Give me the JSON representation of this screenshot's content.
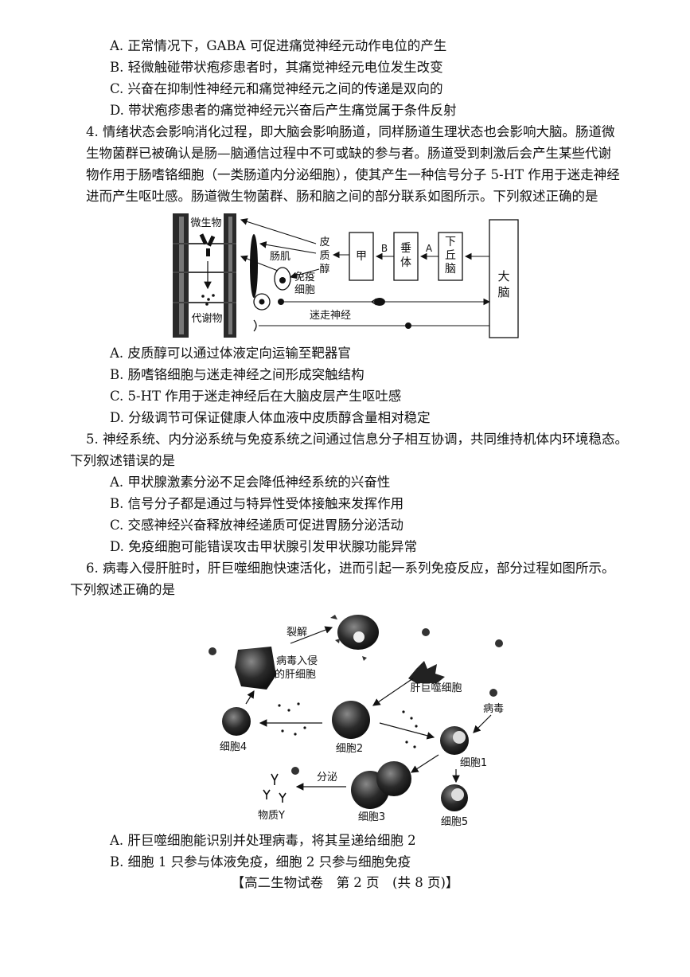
{
  "q3_options": [
    "A. 正常情况下，GABA 可促进痛觉神经元动作电位的产生",
    "B. 轻微触碰带状疱疹患者时，其痛觉神经元电位发生改变",
    "C. 兴奋在抑制性神经元和痛觉神经元之间的传递是双向的",
    "D. 带状疱疹患者的痛觉神经元兴奋后产生痛觉属于条件反射"
  ],
  "q4": {
    "stem": [
      "4. 情绪状态会影响消化过程，即大脑会影响肠道，同样肠道生理状态也会影响大脑。肠道微",
      "生物菌群已被确认是肠—脑通信过程中不可或缺的参与者。肠道受到刺激后会产生某些代谢",
      "物作用于肠嗜铬细胞（一类肠道内分泌细胞），使其产生一种信号分子 5-HT 作用于迷走神经",
      "进而产生呕吐感。肠道微生物菌群、肠和脑之间的部分联系如图所示。下列叙述正确的是"
    ],
    "figure": {
      "microbes": "微生物",
      "metabolites": "代谢物",
      "intestinal_muscle": "肠肌",
      "cortisol": [
        "皮",
        "质",
        "醇"
      ],
      "immune_cell": [
        "免疫",
        "细胞"
      ],
      "jia": "甲",
      "b_label": "B",
      "pituitary": [
        "垂",
        "体"
      ],
      "a_label": "A",
      "hypothalamus": [
        "下",
        "丘",
        "脑"
      ],
      "brain": [
        "大",
        "脑"
      ],
      "vagus": "迷走神经"
    },
    "options": [
      "A. 皮质醇可以通过体液定向运输至靶器官",
      "B. 肠嗜铬细胞与迷走神经之间形成突触结构",
      "C. 5-HT 作用于迷走神经后在大脑皮层产生呕吐感",
      "D. 分级调节可保证健康人体血液中皮质醇含量相对稳定"
    ]
  },
  "q5": {
    "stem": [
      "5. 神经系统、内分泌系统与免疫系统之间通过信息分子相互协调，共同维持机体内环境稳态。",
      "下列叙述错误的是"
    ],
    "options": [
      "A. 甲状腺激素分泌不足会降低神经系统的兴奋性",
      "B. 信号分子都是通过与特异性受体接触来发挥作用",
      "C. 交感神经兴奋释放神经递质可促进胃肠分泌活动",
      "D. 免疫细胞可能错误攻击甲状腺引发甲状腺功能异常"
    ]
  },
  "q6": {
    "stem": [
      "6. 病毒入侵肝脏时，肝巨噬细胞快速活化，进而引起一系列免疫反应，部分过程如图所示。",
      "下列叙述正确的是"
    ],
    "figure": {
      "lysis": "裂解",
      "infected_cell": [
        "病毒入侵",
        "的肝细胞"
      ],
      "kupffer": "肝巨噬细胞",
      "virus": "病毒",
      "cell4": "细胞4",
      "cell2": "细胞2",
      "cell1": "细胞1",
      "secrete": "分泌",
      "substance_y": "物质Y",
      "cell3": "细胞3",
      "cell5": "细胞5"
    },
    "options": [
      "A. 肝巨噬细胞能识别并处理病毒，将其呈递给细胞 2",
      "B. 细胞 1 只参与体液免疫，细胞 2 只参与细胞免疫"
    ]
  },
  "footer": "【高二生物试卷　第 2 页　(共 8 页)】"
}
